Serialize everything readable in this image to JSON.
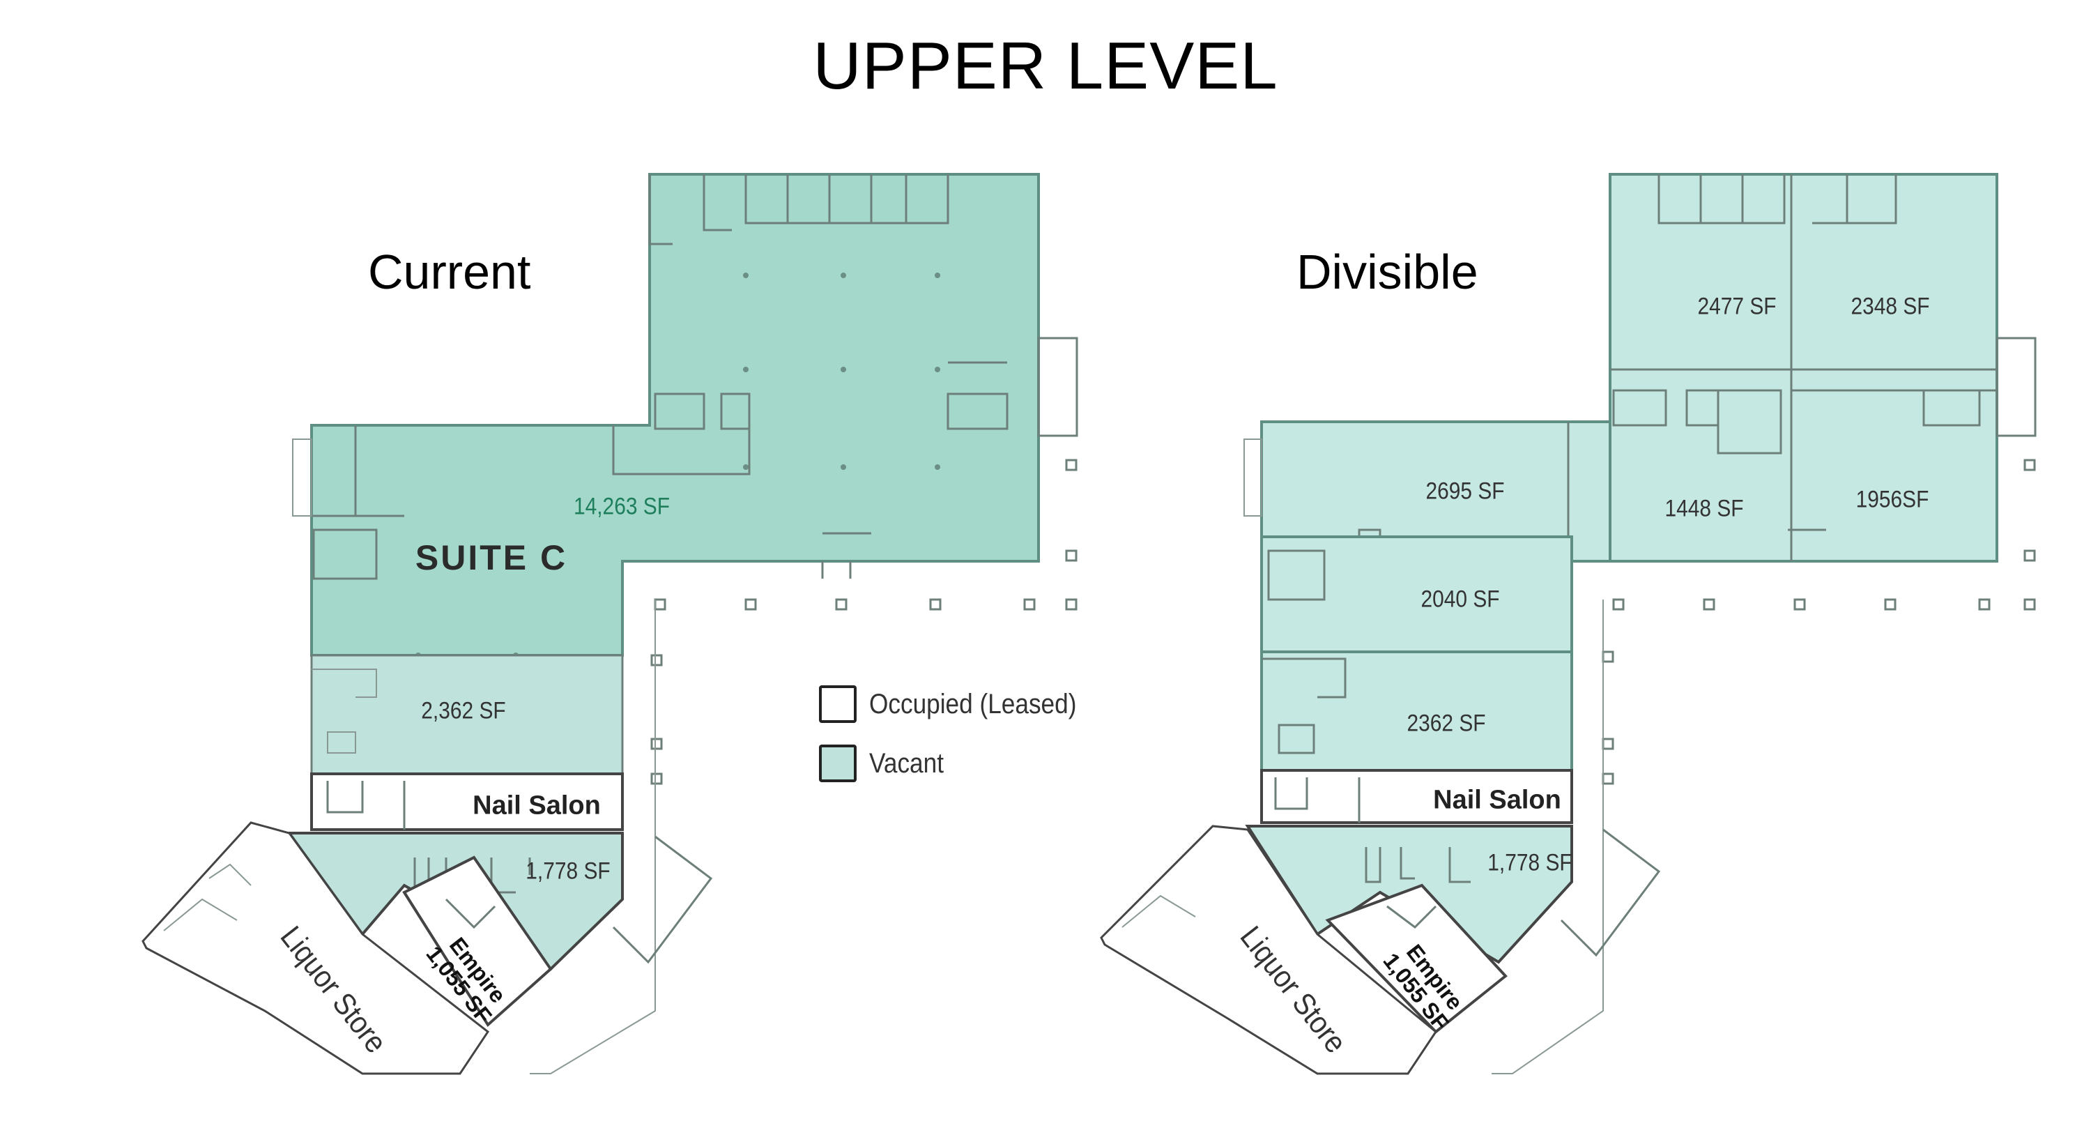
{
  "title": "UPPER LEVEL",
  "colors": {
    "vacant": "#bfe3dc",
    "vacant_dark": "#a4d8cb",
    "vacant_divisible": "#c6e8e3",
    "occupied": "#ffffff",
    "wall": "#6d7f7a"
  },
  "current": {
    "label": "Current",
    "suite_name": "SUITE C",
    "suite_c_sf": "14,263 SF",
    "unit_2362": "2,362 SF",
    "nail_salon": "Nail Salon",
    "unit_1778": "1,778 SF",
    "empire": "Empire\n1,055 SF",
    "liquor_store": "Liquor Store"
  },
  "divisible": {
    "label": "Divisible",
    "units": [
      "2477 SF",
      "2348 SF",
      "2695 SF",
      "1448 SF",
      "1956SF",
      "2040 SF",
      "2362 SF"
    ],
    "nail_salon": "Nail Salon",
    "unit_1778": "1,778 SF",
    "empire": "Empire\n1,055 SF",
    "liquor_store": "Liquor Store"
  },
  "legend": {
    "occupied": "Occupied (Leased)",
    "vacant": "Vacant"
  }
}
